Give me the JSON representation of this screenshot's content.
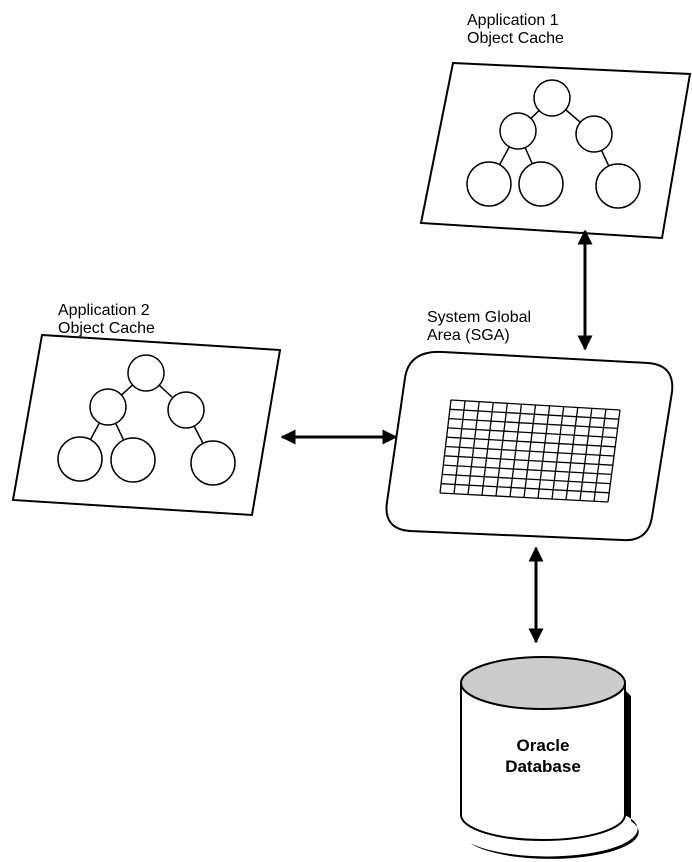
{
  "labels": {
    "app1_line1": "Application 1",
    "app1_line2": "Object Cache",
    "app2_line1": "Application 2",
    "app2_line2": "Object Cache",
    "sga_line1": "System Global",
    "sga_line2": "Area (SGA)",
    "db_line1": "Oracle",
    "db_line2": "Database"
  },
  "colors": {
    "stroke": "#000000",
    "fill": "#ffffff",
    "db_top": "#cccccc"
  }
}
